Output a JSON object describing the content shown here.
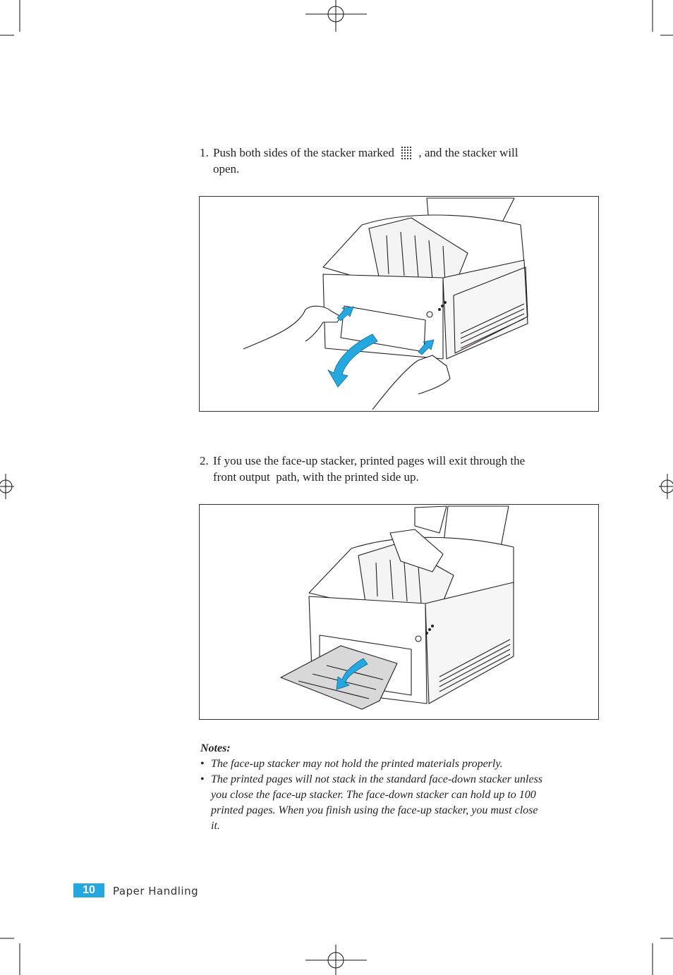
{
  "steps": [
    {
      "number": "1.",
      "text_before_icon": "Push both sides of the stacker marked",
      "icon": "dot-grid-icon",
      "text_after_icon": ", and the stacker will",
      "text_line2": "open."
    },
    {
      "number": "2.",
      "text_line1": "If you use the face-up stacker, printed pages will exit through the",
      "text_line2": "front output  path, with the printed side up."
    }
  ],
  "notes": {
    "heading": "Notes:",
    "items": [
      {
        "lines": [
          "The face-up stacker may not hold the printed materials properly."
        ]
      },
      {
        "lines": [
          "The printed pages will not stack in the standard face-down stacker unless",
          "you close the face-up stacker. The face-down stacker can hold up to 100",
          "printed pages. When you finish using the face-up stacker, you must close",
          "it."
        ]
      }
    ]
  },
  "footer": {
    "page_number": "10",
    "section_title": "Paper Handling"
  },
  "colors": {
    "accent": "#25a8e0",
    "line": "#231f20"
  }
}
